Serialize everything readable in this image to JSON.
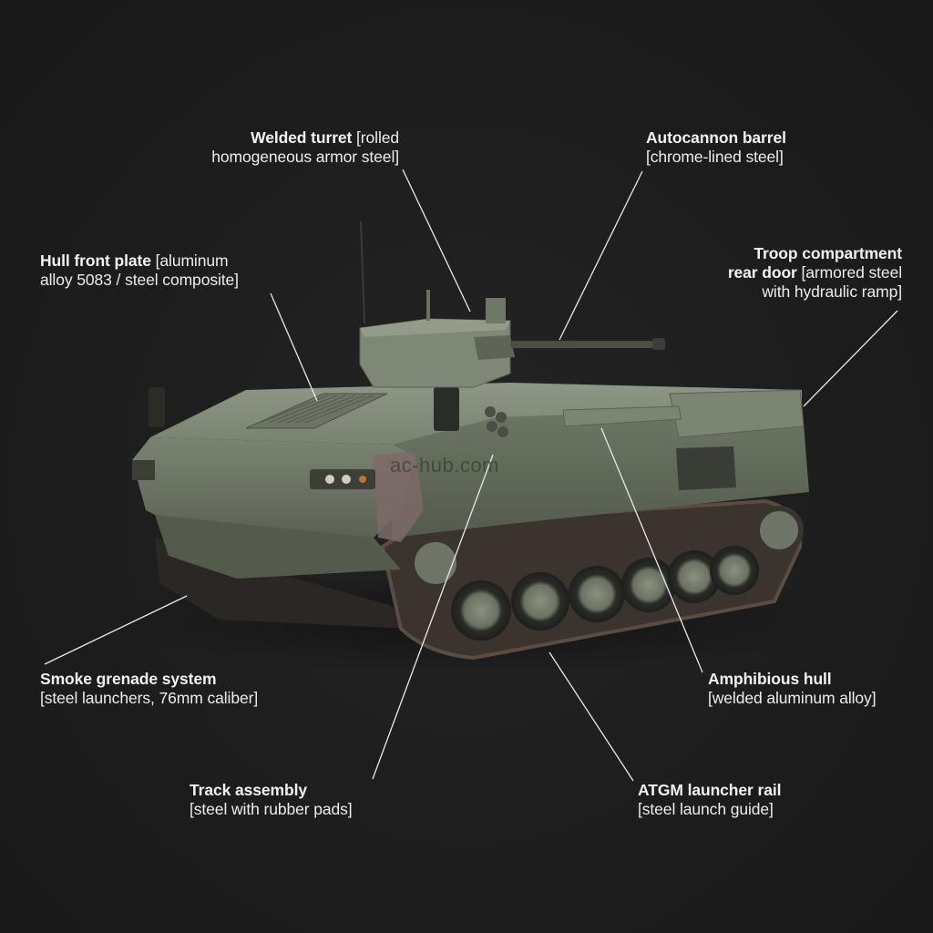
{
  "image": {
    "subject": "Tracked infantry fighting vehicle with turret-mounted autocannon, olive drab paint, on dark background",
    "watermark": "ac-hub.com",
    "colors": {
      "background": "#1c1c1c",
      "hull": "#6f7766",
      "hull_light": "#8c9484",
      "track": "#2a2724",
      "label_text": "#f2f2f2",
      "leader_line": "#e8e8e8"
    }
  },
  "callouts": [
    {
      "id": "welded-turret",
      "title": "Welded turret",
      "material_line1": "[rolled",
      "material_line2": "homogeneous armor steel]"
    },
    {
      "id": "autocannon-barrel",
      "title": "Autocannon barrel",
      "material": "[chrome-lined steel]"
    },
    {
      "id": "hull-front-plate",
      "title": "Hull front plate",
      "material_line1": "[aluminum",
      "material_line2": "alloy 5083 / steel composite]"
    },
    {
      "id": "troop-rear-door",
      "title_line1": "Troop compartment",
      "title_line2": "rear door",
      "material_line1": "[armored steel",
      "material_line2": "with hydraulic ramp]"
    },
    {
      "id": "smoke-grenade-system",
      "title": "Smoke grenade system",
      "material": "[steel launchers, 76mm caliber]"
    },
    {
      "id": "amphibious-hull",
      "title": "Amphibious hull",
      "material": "[welded aluminum alloy]"
    },
    {
      "id": "track-assembly",
      "title": "Track assembly",
      "material": "[steel with rubber pads]"
    },
    {
      "id": "atgm-launcher-rail",
      "title": "ATGM launcher rail",
      "material": "[steel launch guide]"
    }
  ]
}
